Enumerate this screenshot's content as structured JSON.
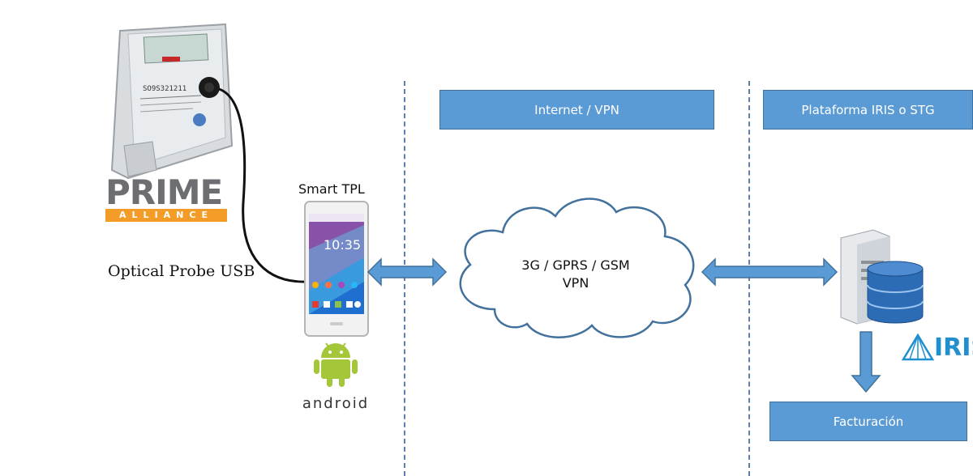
{
  "zones": {
    "internet": "Internet / VPN",
    "platform": "Plataforma IRIS o STG",
    "billing": "Facturación"
  },
  "meter": {
    "brand_main": "PRIME",
    "brand_sub": "ALLIANCE",
    "serial": "SO9S321211"
  },
  "probe_label": "Optical Probe USB",
  "device": {
    "title": "Smart TPL",
    "clock": "10:35",
    "os_logo": "android"
  },
  "cloud": {
    "line1": "3G / GPRS / GSM",
    "line2": "VPN"
  },
  "iris_logo": "IRIS",
  "colors": {
    "box_fill": "#5b9bd5",
    "box_border": "#41719c",
    "arrow_fill": "#5b9bd5",
    "android_green": "#a4c639",
    "iris_blue": "#1f8fd0"
  }
}
